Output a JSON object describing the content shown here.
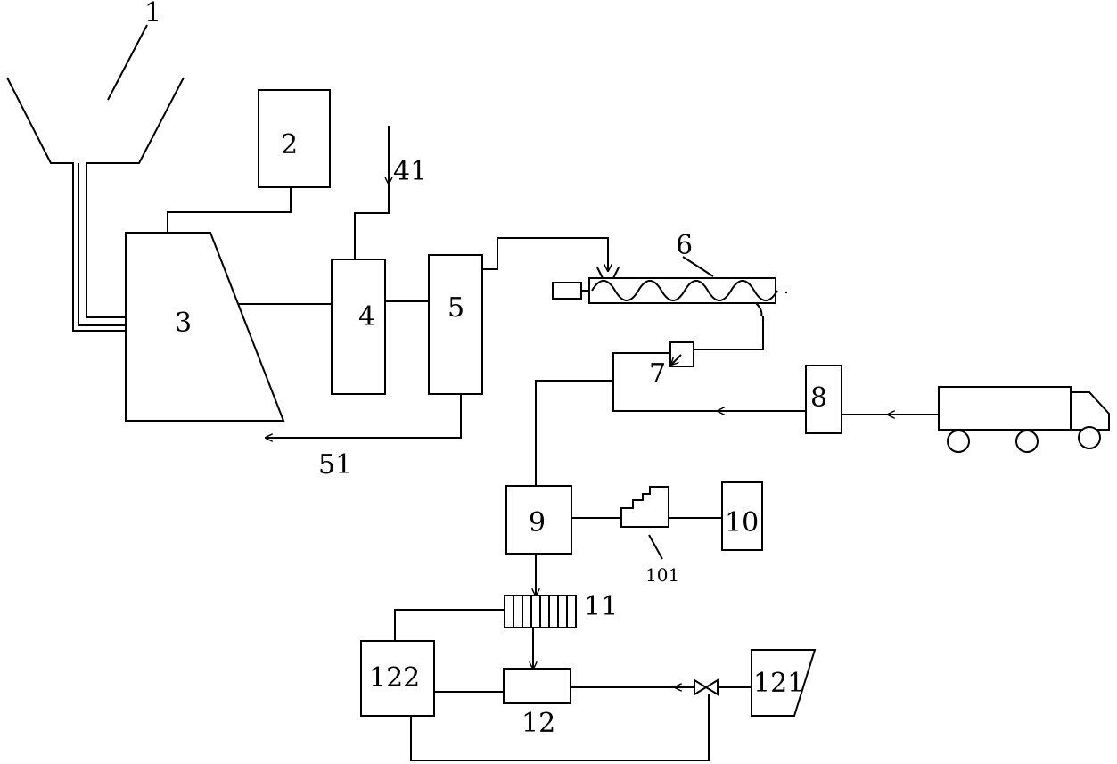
{
  "labels": {
    "l1": "1",
    "l2": "2",
    "l3": "3",
    "l4": "4",
    "l41": "41",
    "l5": "5",
    "l51": "51",
    "l6": "6",
    "l7": "7",
    "l8": "8",
    "l9": "9",
    "l10": "10",
    "l101": "101",
    "l11": "11",
    "l12": "12",
    "l121": "121",
    "l122": "122"
  }
}
